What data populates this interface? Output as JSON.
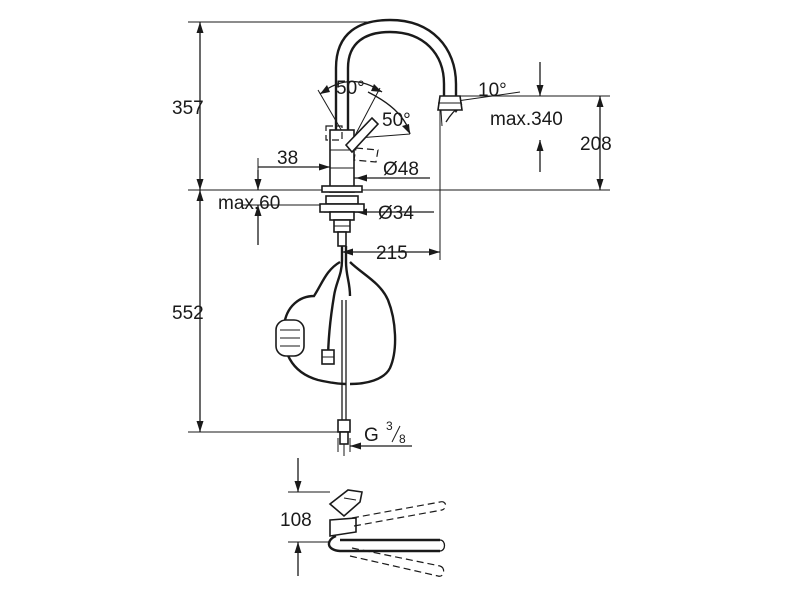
{
  "dimensions": {
    "total_height": "357",
    "spout_angle": "50°",
    "lever_angle": "50°",
    "tilt_angle": "10°",
    "max_pullout": "max.340",
    "spout_height": "208",
    "body_dia_small": "38",
    "body_dia": "Ø48",
    "max_deck": "max.60",
    "hole_dia": "Ø34",
    "reach": "215",
    "under_length": "552",
    "thread_main": "G",
    "thread_num": "3",
    "thread_den": "8",
    "top_depth": "108"
  }
}
